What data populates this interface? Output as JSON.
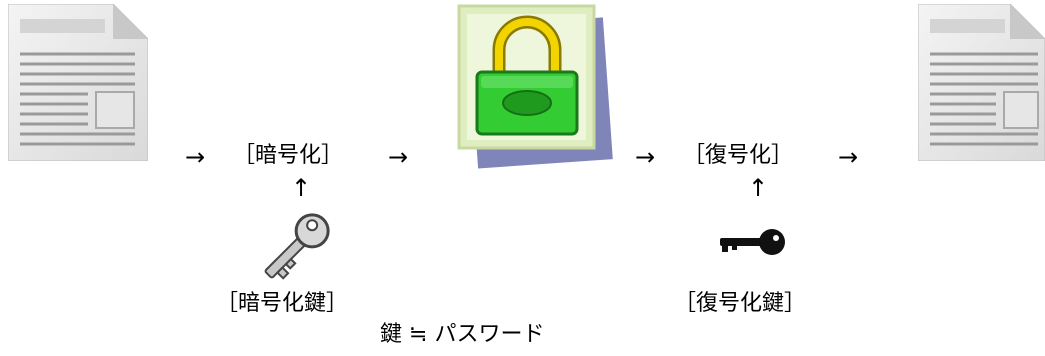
{
  "diagram": {
    "arrow_right": "→",
    "arrow_up": "↑",
    "encrypt_step": "［暗号化］",
    "decrypt_step": "［復号化］",
    "encrypt_key_label": "［暗号化鍵］",
    "decrypt_key_label": "［復号化鍵］",
    "footnote": "鍵 ≒ パスワード"
  },
  "icons": {
    "source_document": "document-icon",
    "encrypted_file": "padlock-icon",
    "output_document": "document-icon",
    "encryption_key": "key-icon",
    "decryption_key": "key-icon"
  },
  "colors": {
    "lock_green": "#33cc33",
    "lock_shackle": "#e6c600",
    "frame_bg": "#e8f2c8",
    "frame_shadow": "#7f85b8",
    "key_silver": "#c8c8c8",
    "key_black": "#111111"
  }
}
